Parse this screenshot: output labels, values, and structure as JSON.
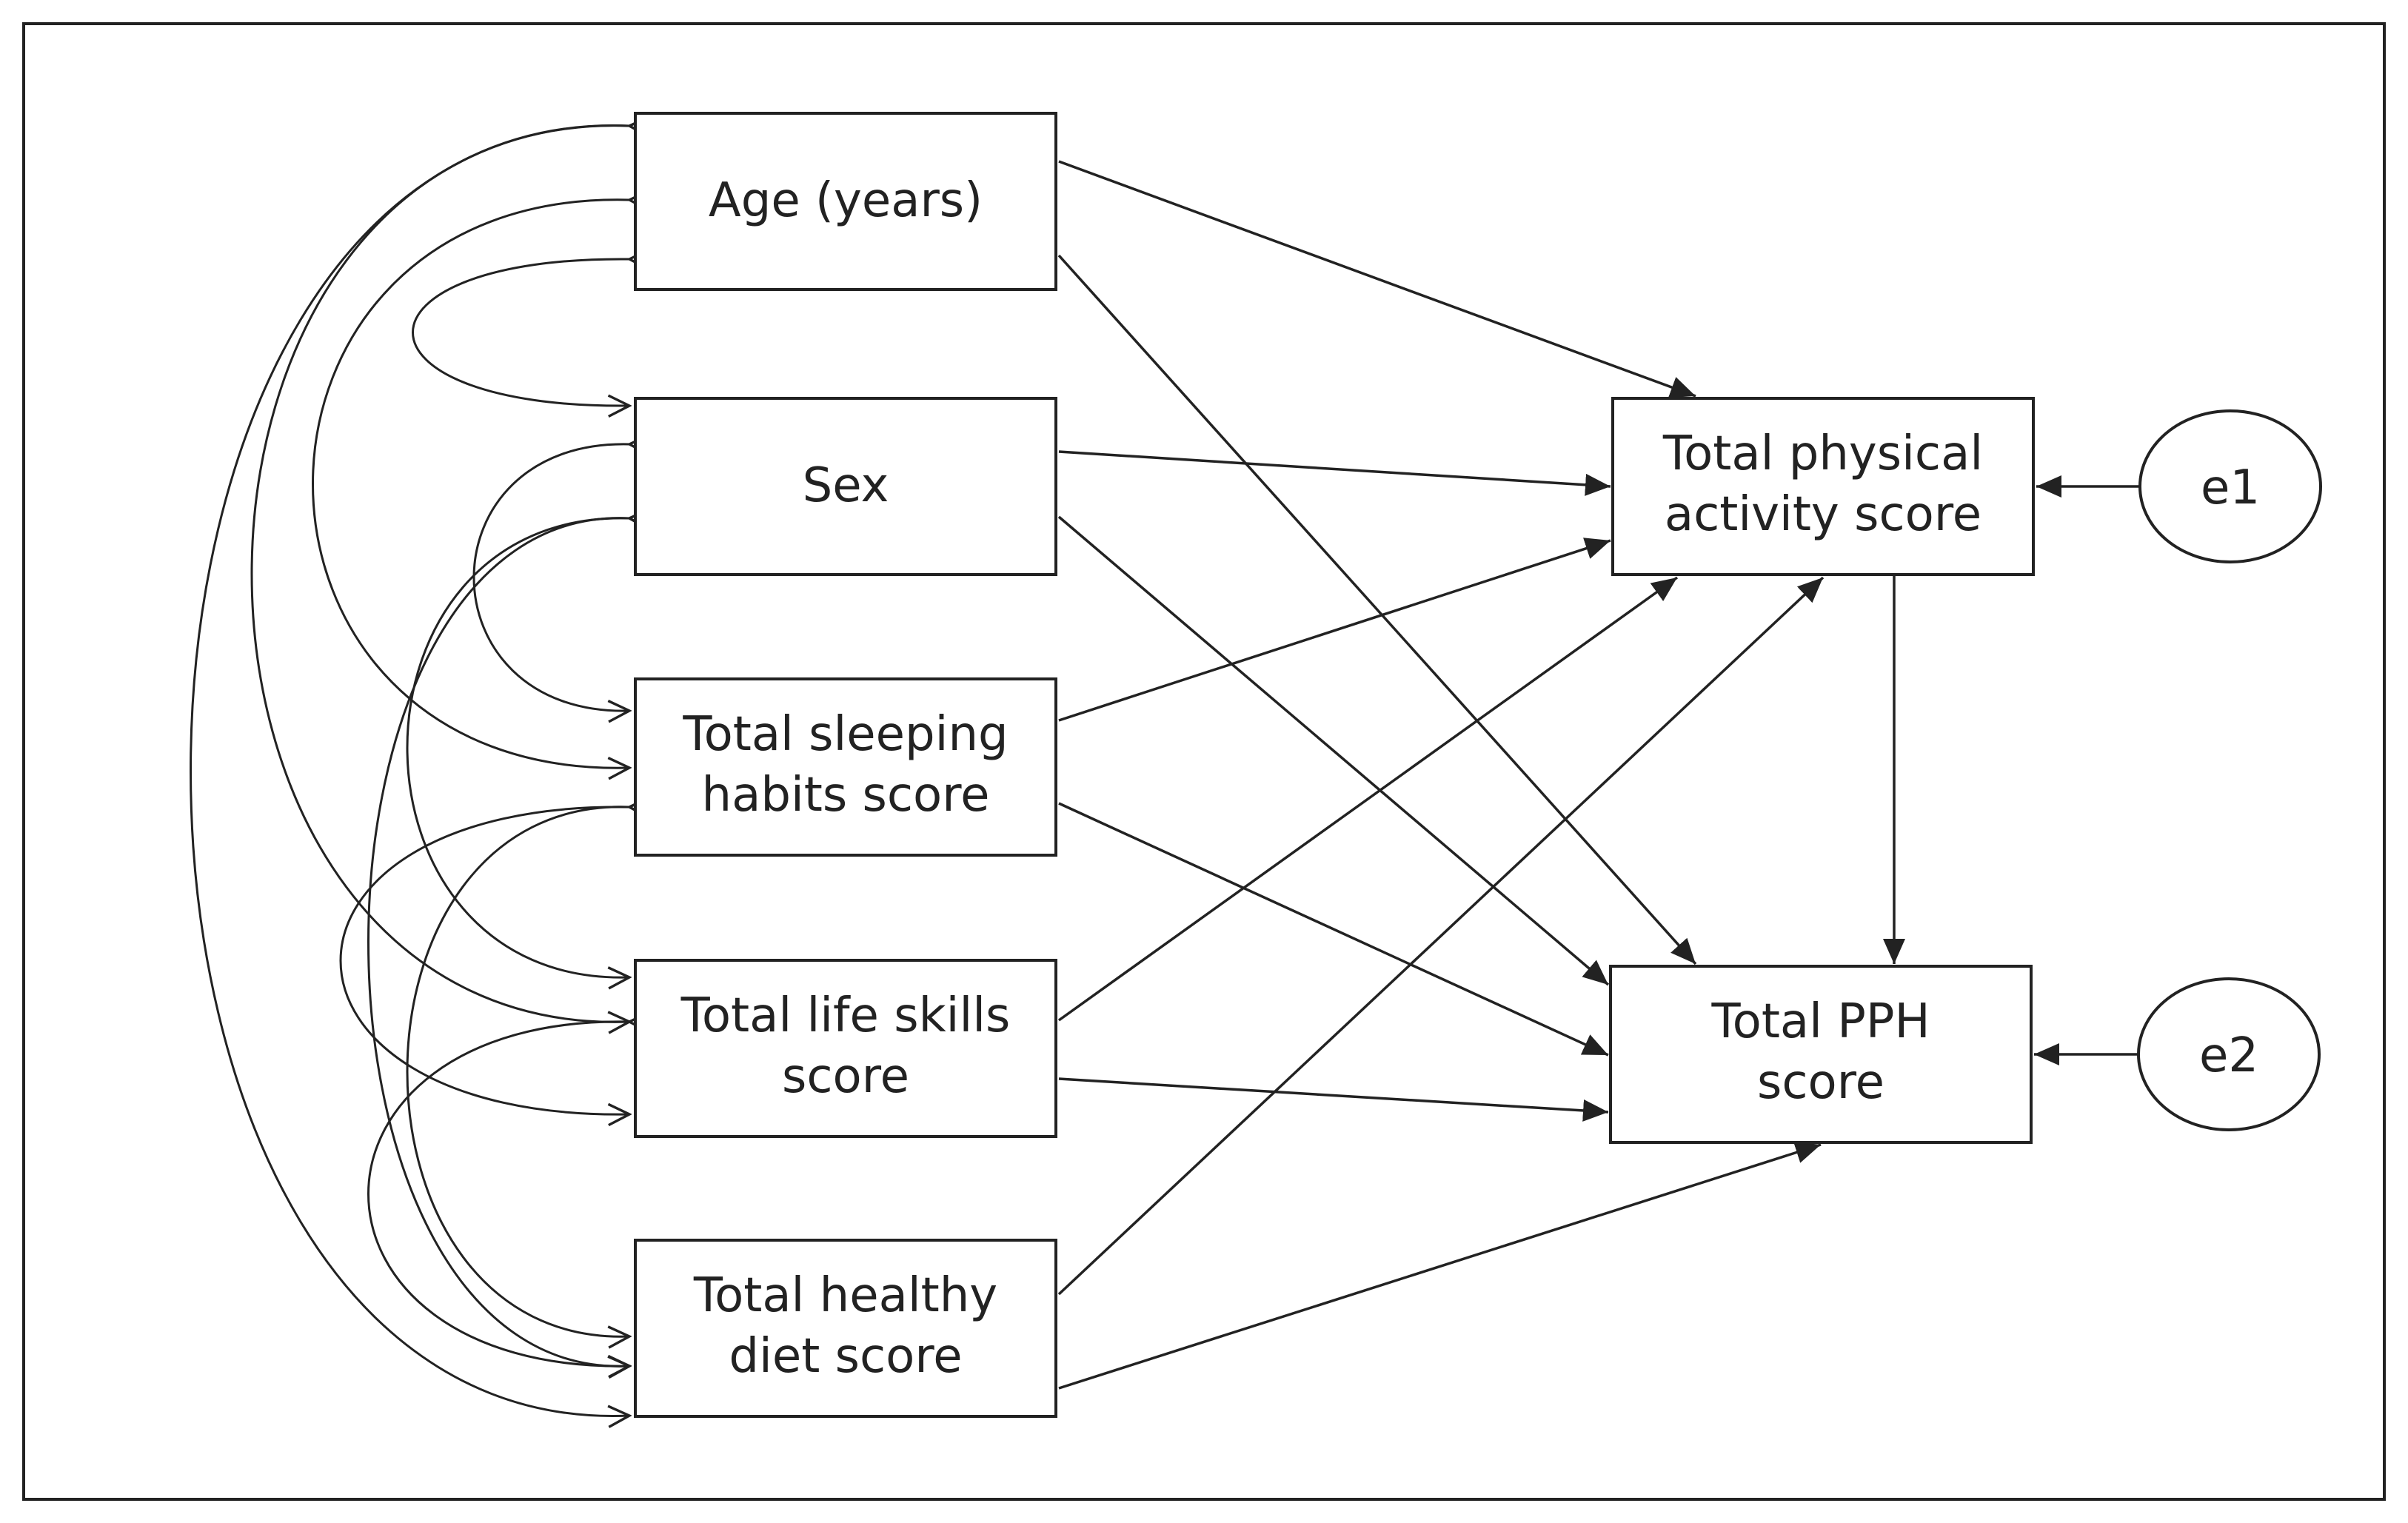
{
  "diagram": {
    "nodes": [
      {
        "id": "age",
        "label_lines": [
          "Age (years)"
        ],
        "shape": "rect"
      },
      {
        "id": "sex",
        "label_lines": [
          "Sex"
        ],
        "shape": "rect"
      },
      {
        "id": "sleep",
        "label_lines": [
          "Total sleeping",
          "habits score"
        ],
        "shape": "rect"
      },
      {
        "id": "life",
        "label_lines": [
          "Total life skills",
          "score"
        ],
        "shape": "rect"
      },
      {
        "id": "diet",
        "label_lines": [
          "Total healthy",
          "diet score"
        ],
        "shape": "rect"
      },
      {
        "id": "pa",
        "label_lines": [
          "Total physical",
          "activity score"
        ],
        "shape": "rect"
      },
      {
        "id": "pph",
        "label_lines": [
          "Total PPH",
          "score"
        ],
        "shape": "rect"
      },
      {
        "id": "e1",
        "label_lines": [
          "e1"
        ],
        "shape": "ellipse"
      },
      {
        "id": "e2",
        "label_lines": [
          "e2"
        ],
        "shape": "ellipse"
      }
    ],
    "paths": [
      {
        "from": "age",
        "to": "pa"
      },
      {
        "from": "age",
        "to": "pph"
      },
      {
        "from": "sex",
        "to": "pa"
      },
      {
        "from": "sex",
        "to": "pph"
      },
      {
        "from": "sleep",
        "to": "pa"
      },
      {
        "from": "sleep",
        "to": "pph"
      },
      {
        "from": "life",
        "to": "pa"
      },
      {
        "from": "life",
        "to": "pph"
      },
      {
        "from": "diet",
        "to": "pa"
      },
      {
        "from": "diet",
        "to": "pph"
      },
      {
        "from": "pa",
        "to": "pph"
      },
      {
        "from": "e1",
        "to": "pa"
      },
      {
        "from": "e2",
        "to": "pph"
      }
    ],
    "covariances": [
      [
        "age",
        "sex"
      ],
      [
        "age",
        "sleep"
      ],
      [
        "age",
        "life"
      ],
      [
        "age",
        "diet"
      ],
      [
        "sex",
        "sleep"
      ],
      [
        "sex",
        "life"
      ],
      [
        "sex",
        "diet"
      ],
      [
        "sleep",
        "life"
      ],
      [
        "sleep",
        "diet"
      ],
      [
        "life",
        "diet"
      ]
    ]
  }
}
